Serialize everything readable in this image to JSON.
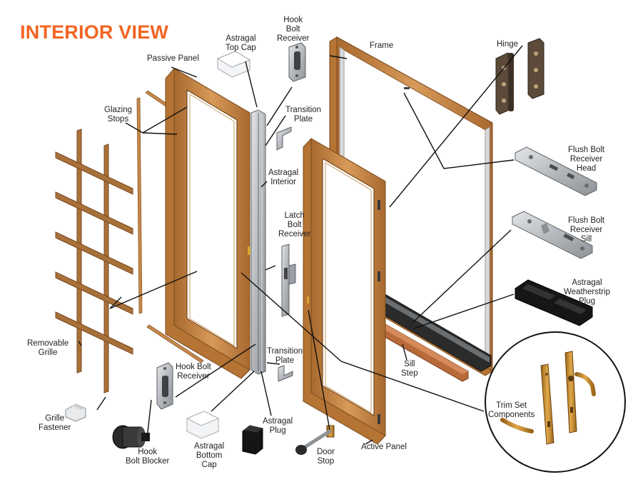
{
  "title": "INTERIOR VIEW",
  "colors": {
    "title": "#f26522",
    "wood": "#c98a4a",
    "wood_dark": "#8e5a2b",
    "metal": "#b9bdc2",
    "black": "#1b1b1b",
    "gold": "#c88a2a",
    "leader": "#111111"
  },
  "labels": {
    "passive_panel": [
      "Passive Panel"
    ],
    "astragal_top_cap": [
      "Astragal",
      "Top Cap"
    ],
    "hook_bolt_receiver_top": [
      "Hook",
      "Bolt",
      "Receiver"
    ],
    "frame": [
      "Frame"
    ],
    "hinge": [
      "Hinge"
    ],
    "glazing_stops": [
      "Glazing",
      "Stops"
    ],
    "transition_plate_top": [
      "Transition",
      "Plate"
    ],
    "flush_bolt_receiver_head": [
      "Flush Bolt",
      "Receiver",
      "Head"
    ],
    "astragal_interior": [
      "Astragal",
      "Interior"
    ],
    "latch_bolt_receiver": [
      "Latch",
      "Bolt",
      "Receiver"
    ],
    "flush_bolt_receiver_sill": [
      "Flush Bolt",
      "Receiver",
      "Sill"
    ],
    "astragal_weatherstrip_plug": [
      "Astragal",
      "Weatherstrip",
      "Plug"
    ],
    "removable_grille": [
      "Removable",
      "Grille"
    ],
    "transition_plate_bottom": [
      "Transition",
      "Plate"
    ],
    "hook_bolt_receiver_bottom": [
      "Hook Bolt",
      "Receiver"
    ],
    "sill_step": [
      "Sill",
      "Step"
    ],
    "trim_set_components": [
      "Trim Set",
      "Components"
    ],
    "grille_fastener": [
      "Grille",
      "Fastener"
    ],
    "astragal_plug": [
      "Astragal",
      "Plug"
    ],
    "astragal_bottom_cap": [
      "Astragal",
      "Bottom",
      "Cap"
    ],
    "hook_bolt_blocker": [
      "Hook",
      "Bolt Blocker"
    ],
    "door_stop": [
      "Door",
      "Stop"
    ],
    "active_panel": [
      "Active Panel"
    ]
  }
}
